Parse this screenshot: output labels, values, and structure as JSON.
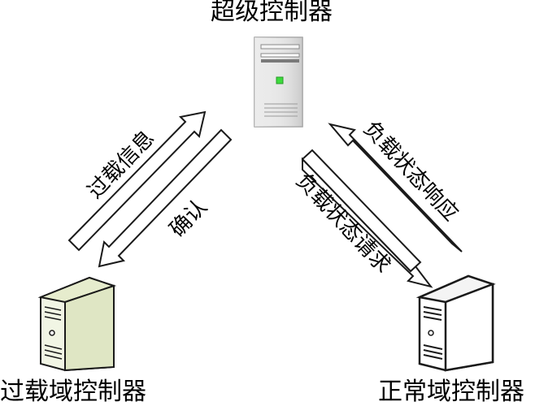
{
  "nodes": {
    "super": {
      "label": "超级控制器"
    },
    "overload": {
      "label": "过载域控制器"
    },
    "normal": {
      "label": "正常域控制器"
    }
  },
  "arrows": {
    "overload_info": {
      "label": "过载信息"
    },
    "confirm": {
      "label": "确认"
    },
    "load_response": {
      "label": "负载状态响应"
    },
    "load_request": {
      "label": "负载状态请求"
    }
  },
  "colors": {
    "super_body": "#e0e0e0",
    "overload_body": "#f1f5e4",
    "normal_body": "#ffffff",
    "outline": "#1a1a1a",
    "indicator": "#3cdb3c"
  }
}
